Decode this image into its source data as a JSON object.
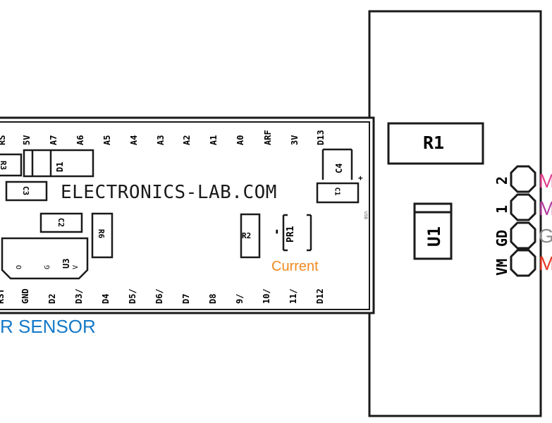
{
  "board": {
    "top_pins": [
      "A0",
      "A1",
      "A2",
      "A3",
      "A4",
      "A5",
      "A6",
      "A7",
      "5V",
      "RS"
    ],
    "top_right_pins": [
      "ARF",
      "3V",
      "D13"
    ],
    "bottom_pins": [
      "RST",
      "GND",
      "D2",
      "D3/",
      "D4",
      "D5/",
      "D6/",
      "D7",
      "D8",
      "9/",
      "10/",
      "11/",
      "D12"
    ],
    "watermark": "ELECTRONICS-LAB.COM",
    "parts": {
      "r3": "R3",
      "d1": "D1",
      "c3": "C3",
      "c4": "C4",
      "c1": "C1",
      "c2": "C2",
      "r6": "R6",
      "r2": "R2",
      "pr1": "PR1",
      "pr1_minus": "-",
      "u3": "U3",
      "u3_pins": [
        "O",
        "G",
        "V"
      ],
      "usb": "USB"
    }
  },
  "labels": {
    "current": "Current",
    "sensor": "R SENSOR"
  },
  "driver": {
    "r1": "R1",
    "u1": "U1",
    "header_labels": [
      "2",
      "1",
      "GD",
      "VM"
    ],
    "edge_labels": [
      "M",
      "M",
      "G",
      "M"
    ]
  },
  "colors": {
    "outline": "#1a1a1a",
    "sensor_blue": "#1479c8",
    "current_orange": "#f08a1e",
    "m_pink": "#e13c8c",
    "m_magenta": "#b03a9c",
    "g_gray": "#8a8a8a",
    "m_red": "#e5341f"
  }
}
